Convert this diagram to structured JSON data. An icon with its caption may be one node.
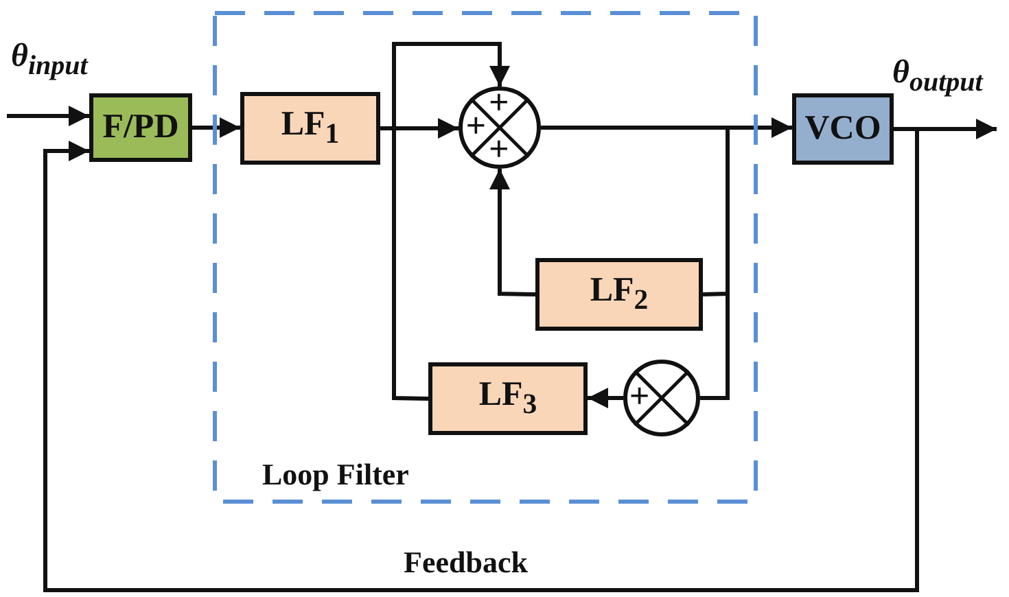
{
  "diagram": {
    "nodes": [
      {
        "text": [
          "F/PD"
        ]
      },
      {
        "text": [
          "Loop Filter"
        ]
      },
      {
        "text": [
          "LF$_{1}$"
        ],
        "in": 1
      },
      {
        "text": [
          "+",
          "+",
          "+"
        ],
        "in": 1
      },
      {
        "text": [
          "LF$_{2}$"
        ],
        "in": 1
      },
      {
        "text": [
          "+"
        ],
        "in": 1
      },
      {
        "text": [
          "LF$_{3}$"
        ],
        "in": 1
      },
      {
        "text": [
          "VCO"
        ]
      }
    ],
    "edges": [
      {
        "from": null,
        "to": 0,
        "arrow": "to",
        "label": "θ$_{input}$"
      },
      {
        "from": 0,
        "to": 2,
        "arrow": "to"
      },
      {
        "from": 2,
        "to": 3,
        "arrow": "to"
      },
      {
        "from": 6,
        "to": 3,
        "arrow": "to"
      },
      {
        "from": 4,
        "to": 3,
        "arrow": "to"
      },
      {
        "from": 3,
        "to": 7,
        "arrow": "to"
      },
      {
        "from": 3,
        "to": 4,
        "arrow": "none"
      },
      {
        "from": 3,
        "to": 5,
        "arrow": "none"
      },
      {
        "from": 5,
        "to": 6,
        "arrow": "to"
      },
      {
        "from": 7,
        "to": null,
        "arrow": "to",
        "label": "θ$_{output}$"
      },
      {
        "from": 7,
        "to": 0,
        "arrow": "to",
        "label": "Feedback"
      }
    ]
  }
}
